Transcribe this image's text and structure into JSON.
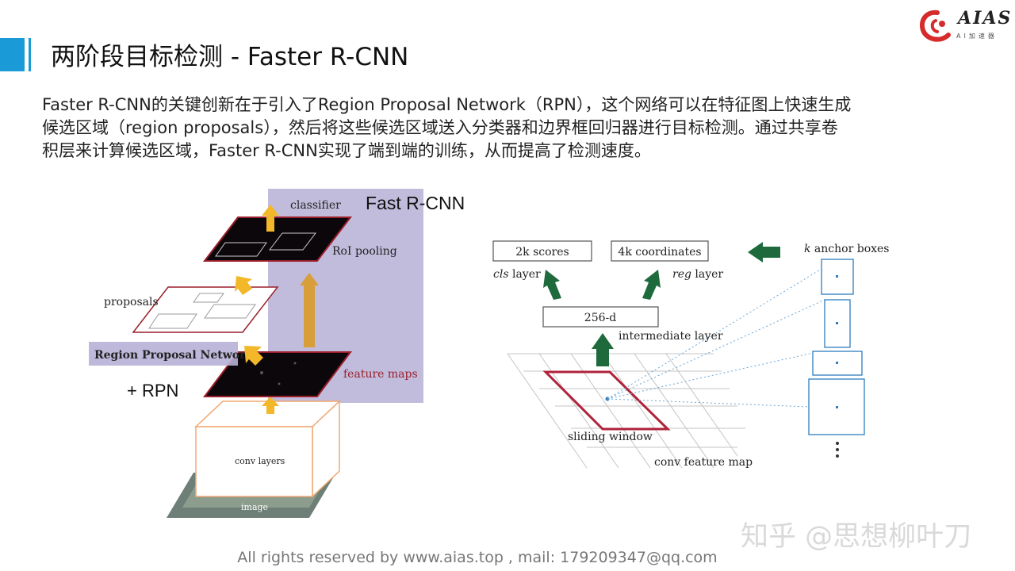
{
  "header": {
    "title": "两阶段目标检测 - Faster R-CNN",
    "logo_text": "AIAS",
    "logo_sub": "AI加速器"
  },
  "body": {
    "lines": [
      "Faster R-CNN的关键创新在于引入了Region Proposal Network（RPN），这个网络可以在特征图上快速生成",
      "候选区域（region proposals），然后将这些候选区域送入分类器和边界框回归器进行目标检测。通过共享卷",
      "积层来计算候选区域，Faster R-CNN实现了端到端的训练，从而提高了检测速度。"
    ]
  },
  "left_diagram": {
    "fast_rcnn": "Fast R-CNN",
    "classifier": "classifier",
    "roi_pooling": "RoI pooling",
    "proposals": "proposals",
    "rpn": "Region Proposal Network",
    "plus_rpn": "+ RPN",
    "feature_maps": "feature maps",
    "conv_layers": "conv layers",
    "image": "image"
  },
  "right_diagram": {
    "scores": "2k scores",
    "coordinates": "4k coordinates",
    "cls_layer_k": "cls",
    "cls_layer_rest": " layer",
    "reg_layer_k": "reg",
    "reg_layer_rest": " layer",
    "k_prefix": "k",
    "anchor_boxes": " anchor boxes",
    "d256": "256-d",
    "intermediate": "intermediate layer",
    "sliding_window": "sliding window",
    "conv_feature_map": "conv feature map"
  },
  "footer": {
    "text": "All rights reserved by www.aias.top , mail: 179209347@qq.com"
  },
  "watermark": {
    "text": "知乎 @思想柳叶刀"
  },
  "colors": {
    "accent": "#1a9bd7",
    "purple_panel": "#b7b0d6",
    "dark_red": "#9a1f2a",
    "arrow_orange": "#f3b82a",
    "arrow_green": "#1f6a3c",
    "anchor_blue": "#2f7dc0"
  }
}
